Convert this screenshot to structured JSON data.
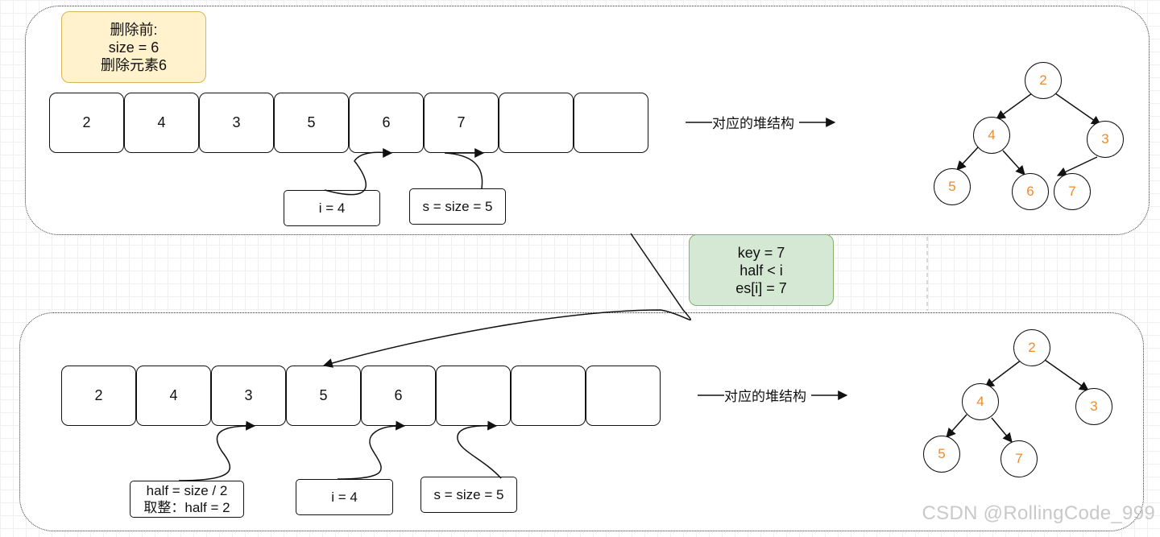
{
  "top": {
    "note_lines": [
      "删除前:",
      "size = 6",
      "删除元素6"
    ],
    "cells": [
      "2",
      "4",
      "3",
      "5",
      "6",
      "7",
      "",
      ""
    ],
    "i_label": "i = 4",
    "s_label": "s = size = 5",
    "heap_label": "对应的堆结构",
    "heap_nodes": [
      "2",
      "4",
      "3",
      "5",
      "6",
      "7"
    ]
  },
  "middle": {
    "note_lines": [
      "key = 7",
      "half < i",
      "es[i] = 7"
    ]
  },
  "bottom": {
    "cells": [
      "2",
      "4",
      "3",
      "5",
      "6",
      "",
      "",
      ""
    ],
    "half_lines": [
      "half = size / 2",
      "取整：half = 2"
    ],
    "i_label": "i = 4",
    "s_label": "s = size = 5",
    "heap_label": "对应的堆结构",
    "heap_nodes": [
      "2",
      "4",
      "3",
      "5",
      "7"
    ]
  },
  "watermark": "CSDN @RollingCode_999",
  "colors": {
    "note_yellow": "#fff2cc",
    "note_green": "#d5e8d4",
    "node_text": "#f08a2c"
  }
}
